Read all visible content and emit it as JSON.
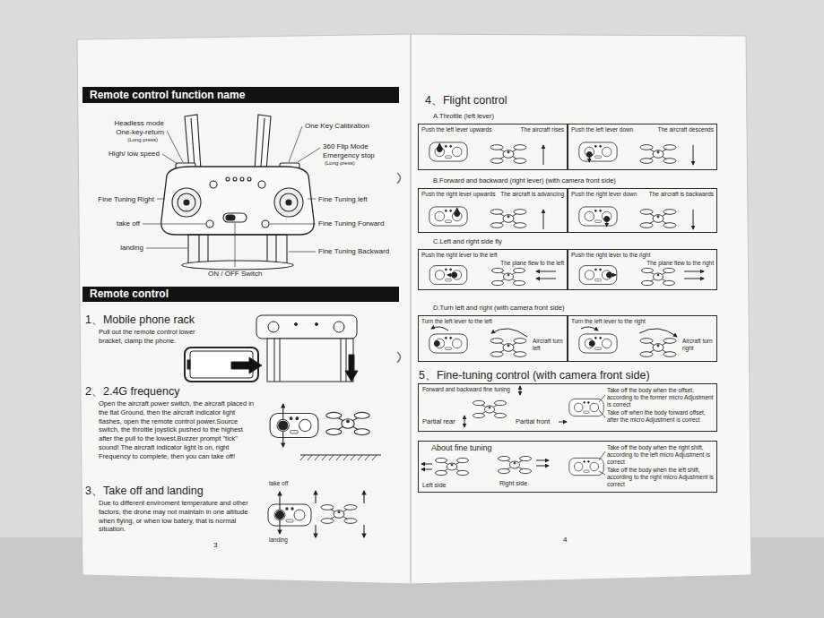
{
  "diagram": {
    "nodes": [
      {
        "text": [
          "Remote control function name"
        ]
      },
      {
        "text": [
          "Remote control"
        ]
      },
      {
        "text": [
          "Push the left lever upwards",
          "The aircraft rises"
        ]
      },
      {
        "text": [
          "Push the left lever down",
          "The aircraft descends"
        ]
      },
      {
        "text": [
          "Push the right lever upwards",
          "The aircraft is advancing"
        ]
      },
      {
        "text": [
          "Push the right lever down",
          "The aircraft is backwards"
        ]
      },
      {
        "text": [
          "Push the right lever to the left",
          "The plane flew to the left"
        ]
      },
      {
        "text": [
          "Push the right lever to the right",
          "The plane flew to the right"
        ]
      },
      {
        "text": [
          "Turn the left lever to the left",
          "Aircraft turn left"
        ]
      },
      {
        "text": [
          "Turn the left lever to the right",
          "Aircraft turn right"
        ]
      },
      {
        "text": [
          "Forward and backward fine tuning",
          "Partial rear",
          "Partial front",
          "Take off the body when the offset, according to the former micro Adjustment is correct",
          "Take off when the body forward offset, after the micro Adjustment is correct"
        ]
      },
      {
        "text": [
          "About fine tuning",
          "Left side",
          "Right side",
          "Take off the body when the right shift, according to the left micro Adjustment is correct",
          "Take off the body when the left shift, according to the right micro Adjustment is correct"
        ]
      }
    ],
    "labels": [
      "Headless mode",
      "One-key-return",
      "(Long press)",
      "High/ low speed",
      "Fine Tuning Right",
      "take off",
      "landing",
      "ON / OFF Switch",
      "One Key Calibration",
      "360 Flip Mode",
      "Emergency stop",
      "(Long press)",
      "Fine Tuning left",
      "Fine Tuning Forward",
      "Fine Tuning Backward",
      "1、Mobile phone rack",
      "Pull out the remote control lower bracket, clamp the phone.",
      "2、2.4G frequency",
      "Open the aircraft power switch, the aircraft placed in the flat Ground, then the aircraft indicator light flashes, open the remote control power.Source switch, the throttle joystick pushed to the highest after the pull to the lowest,Buzzer prompt \"tick\" sound! The aircraft indicator light is on, right Frequency to complete, then you can take off!",
      "3、Take off and landing",
      "Due to different enviroment temperature and other factors, the drone may not maintain in one altitude when flying, or when low batery, that is normal situation.",
      "take off",
      "landing",
      "3",
      "4、Flight control",
      "A.Throttle (left lever)",
      "B.Forward and backward (right lever) (with camera front side)",
      "C.Left and right side fly",
      "D.Turn left and right (with camera front side)",
      "5、Fine-tuning control (with camera front side)",
      "4"
    ]
  }
}
